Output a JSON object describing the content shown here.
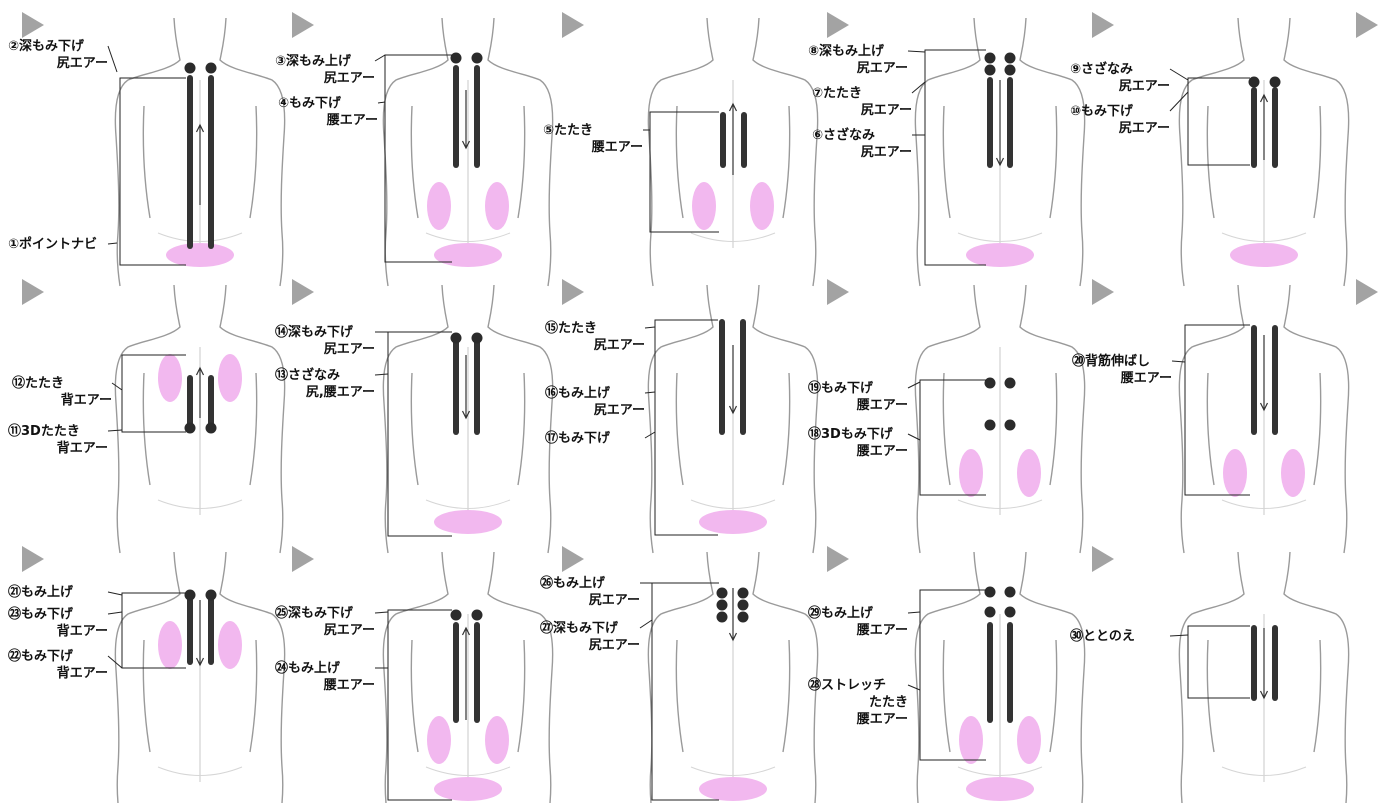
{
  "colors": {
    "outline": "#9a9a9a",
    "arrow_marker": "#a3a3a3",
    "rail": "#333333",
    "roller_node": "#2b2b2b",
    "air_pad": "#f2b8ef",
    "bracket": "#222222",
    "text": "#111111"
  },
  "panels": [
    {
      "id": 1,
      "airbags": [
        "bottom"
      ],
      "labels": [
        {
          "line1": "②深もみ下げ",
          "line2": "尻エアー"
        },
        {
          "line1": "①ポイントナビ",
          "line2": ""
        }
      ]
    },
    {
      "id": 2,
      "airbags": [
        "bottom",
        "sides-low"
      ],
      "labels": [
        {
          "line1": "③深もみ上げ",
          "line2": "尻エアー"
        },
        {
          "line1": "④もみ下げ",
          "line2": "腰エアー"
        }
      ]
    },
    {
      "id": 3,
      "airbags": [
        "sides-low"
      ],
      "labels": [
        {
          "line1": "⑤たたき",
          "line2": "腰エアー"
        }
      ]
    },
    {
      "id": 4,
      "airbags": [
        "bottom"
      ],
      "labels": [
        {
          "line1": "⑧深もみ上げ",
          "line2": "尻エアー"
        },
        {
          "line1": "⑦たたき",
          "line2": "尻エアー"
        },
        {
          "line1": "⑥さざなみ",
          "line2": "尻エアー"
        }
      ]
    },
    {
      "id": 5,
      "airbags": [
        "bottom"
      ],
      "labels": [
        {
          "line1": "⑨さざなみ",
          "line2": "尻エアー"
        },
        {
          "line1": "⑩もみ下げ",
          "line2": "尻エアー"
        }
      ]
    },
    {
      "id": 6,
      "airbags": [
        "sides-high"
      ],
      "labels": [
        {
          "line1": "⑫たたき",
          "line2": "背エアー"
        },
        {
          "line1": "⑪3Dたたき",
          "line2": "背エアー"
        }
      ]
    },
    {
      "id": 7,
      "airbags": [
        "bottom"
      ],
      "labels": [
        {
          "line1": "⑭深もみ下げ",
          "line2": "尻エアー"
        },
        {
          "line1": "⑬さざなみ",
          "line2": "尻,腰エアー"
        }
      ]
    },
    {
      "id": 8,
      "airbags": [
        "bottom"
      ],
      "labels": [
        {
          "line1": "⑮たたき",
          "line2": "尻エアー"
        },
        {
          "line1": "⑯もみ上げ",
          "line2": "尻エアー"
        },
        {
          "line1": "⑰もみ下げ",
          "line2": ""
        }
      ]
    },
    {
      "id": 9,
      "airbags": [
        "sides-low"
      ],
      "labels": [
        {
          "line1": "⑲もみ下げ",
          "line2": "腰エアー"
        },
        {
          "line1": "⑱3Dもみ下げ",
          "line2": "腰エアー"
        }
      ]
    },
    {
      "id": 10,
      "airbags": [
        "sides-low"
      ],
      "labels": [
        {
          "line1": "⑳背筋伸ばし",
          "line2": "腰エアー"
        }
      ]
    },
    {
      "id": 11,
      "airbags": [
        "sides-high"
      ],
      "labels": [
        {
          "line1": "㉑もみ上げ",
          "line2": ""
        },
        {
          "line1": "㉓もみ下げ",
          "line2": "背エアー"
        },
        {
          "line1": "㉒もみ下げ",
          "line2": "背エアー"
        }
      ]
    },
    {
      "id": 12,
      "airbags": [
        "bottom",
        "sides-low"
      ],
      "labels": [
        {
          "line1": "㉕深もみ下げ",
          "line2": "尻エアー"
        },
        {
          "line1": "㉔もみ上げ",
          "line2": "腰エアー"
        }
      ]
    },
    {
      "id": 13,
      "airbags": [
        "bottom"
      ],
      "labels": [
        {
          "line1": "㉖もみ上げ",
          "line2": "尻エアー"
        },
        {
          "line1": "㉗深もみ下げ",
          "line2": "尻エアー"
        }
      ]
    },
    {
      "id": 14,
      "airbags": [
        "bottom",
        "sides-low"
      ],
      "labels": [
        {
          "line1": "㉙もみ上げ",
          "line2": "腰エアー"
        },
        {
          "line1": "㉘ストレッチ",
          "line2": "たたき",
          "line3": "腰エアー"
        }
      ]
    },
    {
      "id": 15,
      "airbags": [],
      "labels": [
        {
          "line1": "㉚ととのえ",
          "line2": ""
        }
      ]
    }
  ]
}
